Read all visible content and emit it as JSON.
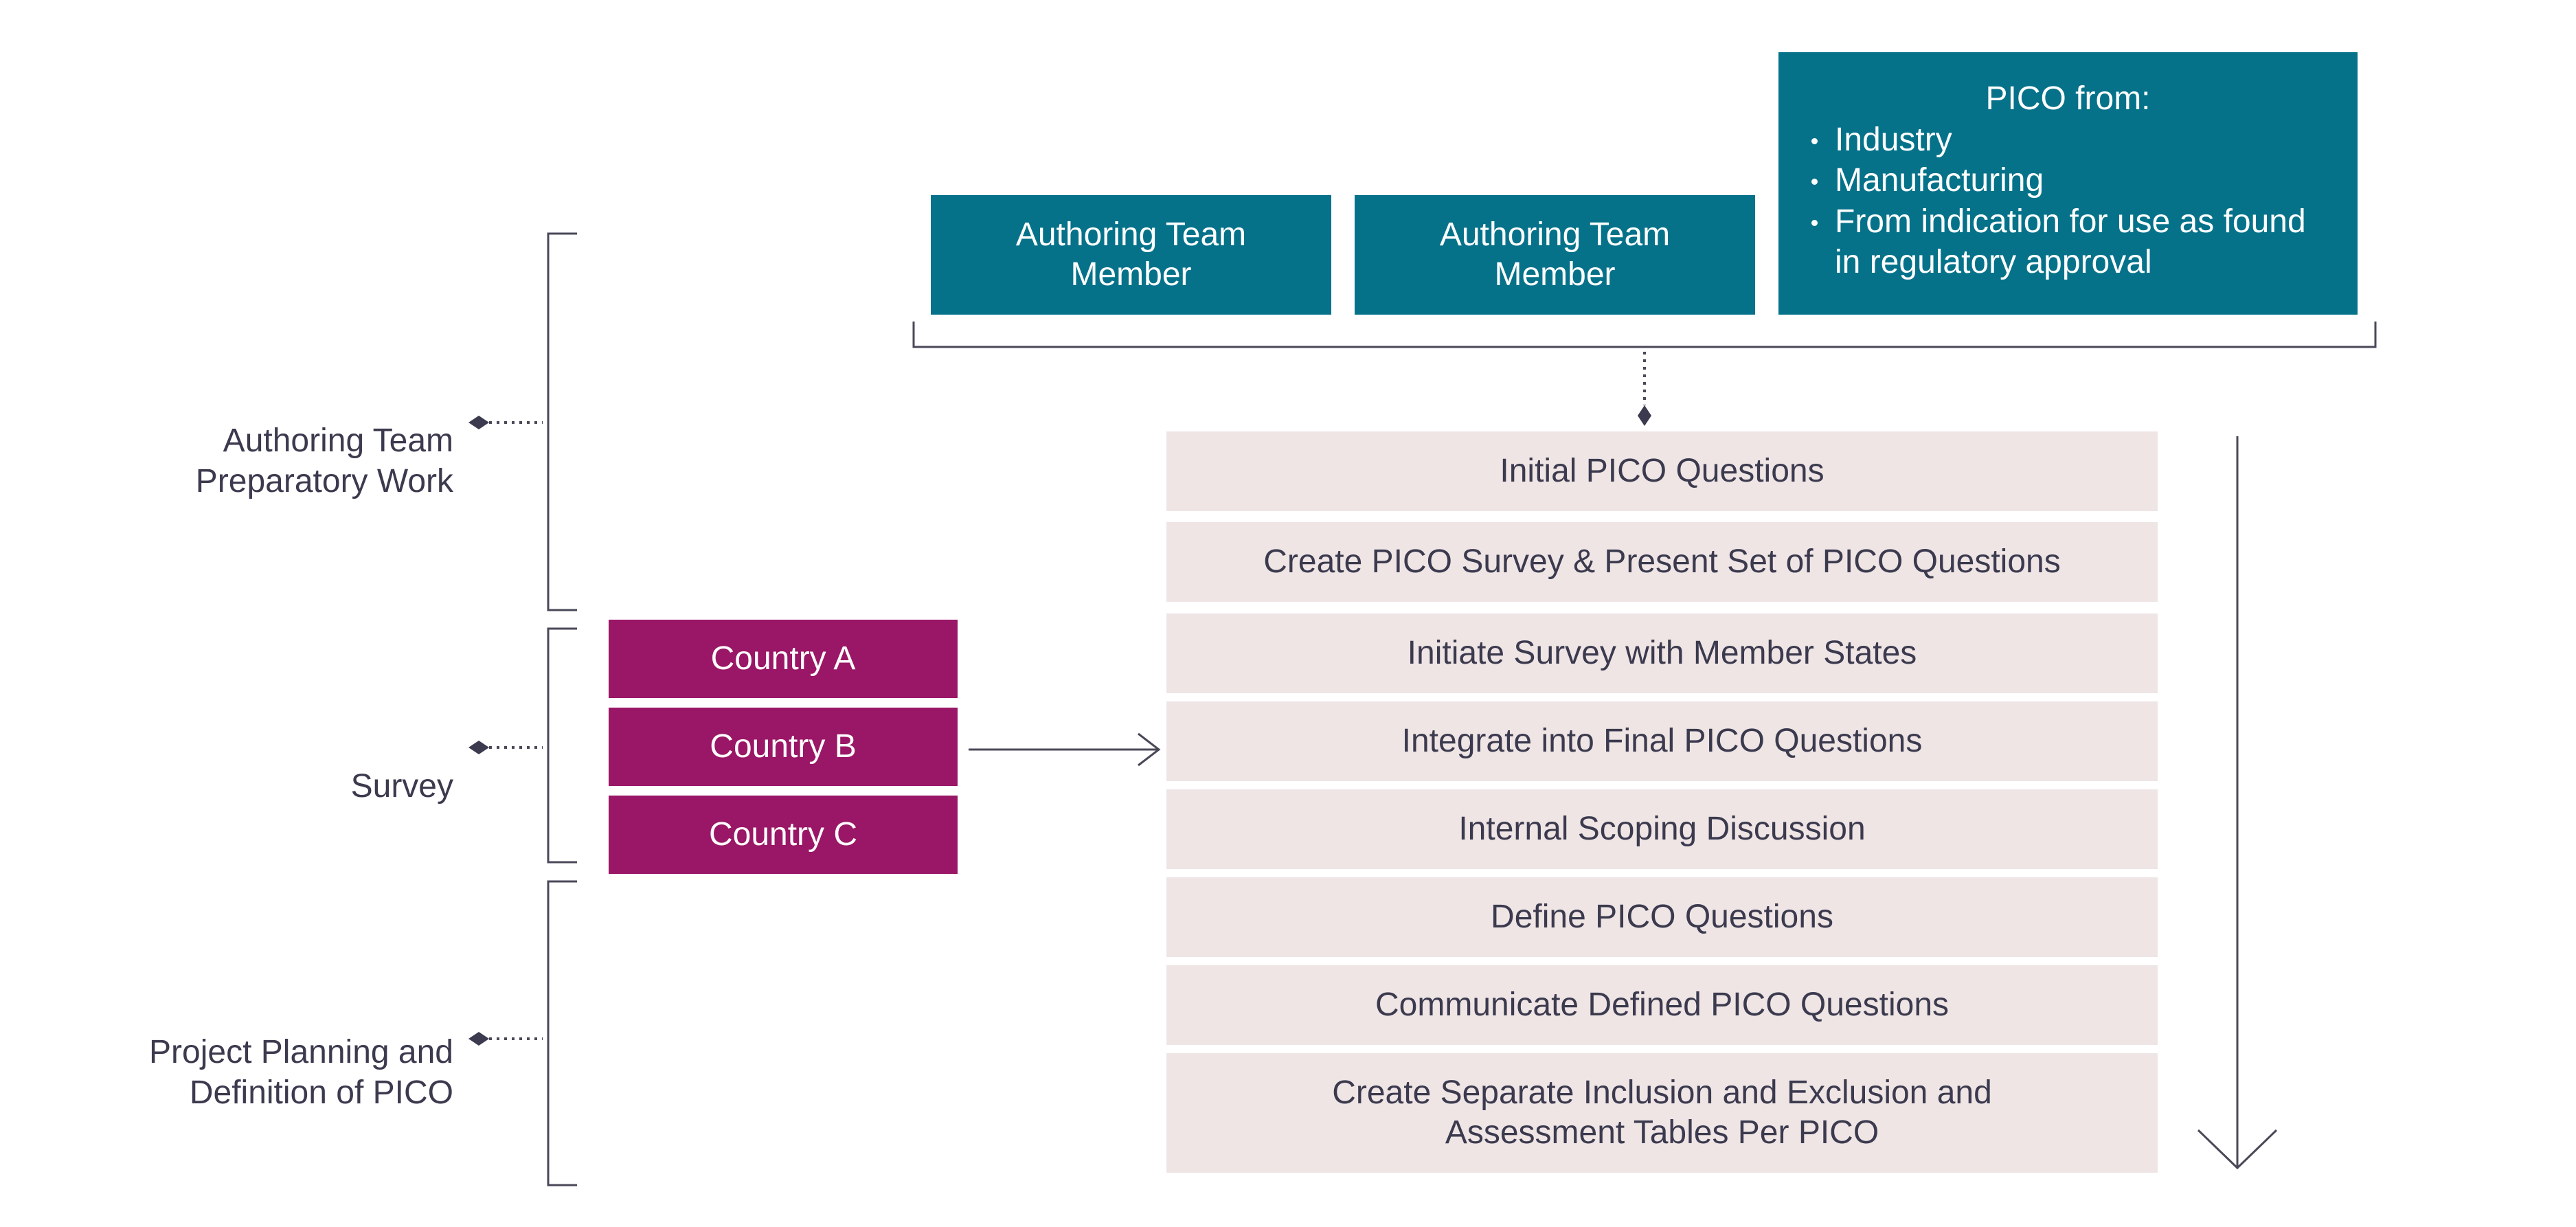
{
  "colors": {
    "teal": "#05728a",
    "magenta": "#9a1666",
    "step_fill": "#efe5e5",
    "line": "#4a4858",
    "text": "#3b3a4e"
  },
  "authoring_members": [
    "Authoring Team Member",
    "Authoring Team Member"
  ],
  "pico_sources": {
    "title": "PICO from:",
    "items": [
      "Industry",
      "Manufacturing",
      "From indication for use as found in regulatory approval"
    ]
  },
  "phases": [
    "Authoring Team Preparatory Work",
    "Survey",
    "Project Planning and Definition of PICO"
  ],
  "countries": [
    "Country A",
    "Country B",
    "Country C"
  ],
  "steps": [
    "Initial PICO Questions",
    "Create PICO Survey & Present Set of PICO Questions",
    "Initiate Survey with Member States",
    "Integrate into Final PICO Questions",
    "Internal Scoping Discussion",
    "Define PICO Questions",
    "Communicate Defined PICO Questions",
    "Create Separate Inclusion and Exclusion and Assessment Tables Per PICO"
  ]
}
